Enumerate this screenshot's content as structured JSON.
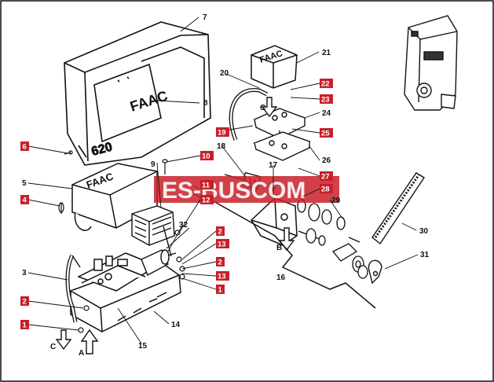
{
  "diagram": {
    "brand_logo": "FAAC",
    "model_label": "620",
    "watermark": "ES-BUSCOM",
    "direction_letters": [
      "A",
      "B",
      "C",
      "C"
    ],
    "part_numbers": {
      "p1a": "1",
      "p1b": "1",
      "p2a": "2",
      "p2b": "2",
      "p2c": "2",
      "p3": "3",
      "p4": "4",
      "p5": "5",
      "p6": "6",
      "p7": "7",
      "p8": "8",
      "p9": "9",
      "p10": "10",
      "p11": "11",
      "p12": "12",
      "p13a": "13",
      "p13b": "13",
      "p14": "14",
      "p15": "15",
      "p16": "16",
      "p17": "17",
      "p18": "18",
      "p19": "19",
      "p20": "20",
      "p21": "21",
      "p22": "22",
      "p23": "23",
      "p24": "24",
      "p25": "25",
      "p26": "26",
      "p27": "27",
      "p28": "28",
      "p29": "29",
      "p30": "30",
      "p31": "31",
      "p32": "32"
    },
    "highlight_color": "#c8202a",
    "line_color": "#111111"
  }
}
